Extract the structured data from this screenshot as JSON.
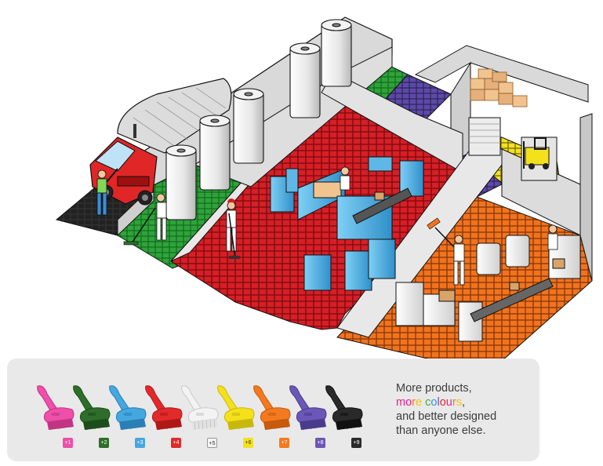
{
  "brushes": [
    {
      "badge": "+1",
      "color": "#ee4fa8",
      "dark": "#c23585"
    },
    {
      "badge": "+2",
      "color": "#2e6e2a",
      "dark": "#1c4d1a"
    },
    {
      "badge": "+3",
      "color": "#45a7e0",
      "dark": "#2a7fb5"
    },
    {
      "badge": "+4",
      "color": "#e22a2a",
      "dark": "#b01818"
    },
    {
      "badge": "+5",
      "color": "#f3f3f3",
      "dark": "#c9c9c9"
    },
    {
      "badge": "+6",
      "color": "#f4e11c",
      "dark": "#c9b80c"
    },
    {
      "badge": "+7",
      "color": "#f47a1f",
      "dark": "#c75a0c"
    },
    {
      "badge": "+8",
      "color": "#6a57b6",
      "dark": "#4a3b8c"
    },
    {
      "badge": "+9",
      "color": "#2a2a2a",
      "dark": "#111111"
    }
  ],
  "tagline": {
    "line1": "More products,",
    "line2_colored": [
      "m",
      "o",
      "r",
      "e",
      " ",
      "c",
      "o",
      "l",
      "o",
      "u",
      "r",
      "s"
    ],
    "line2_colors": [
      "#ec1e8c",
      "#ec1e8c",
      "#f47a1f",
      "#f4c21c",
      " ",
      "#49a83a",
      "#2a9be0",
      "#6a57b6",
      "#e22a2a",
      "#ec1e8c",
      "#f47a1f",
      "#f4c21c"
    ],
    "line2_tail": ",",
    "line3": "and better designed",
    "line4": "than anyone else."
  },
  "zone_colors": {
    "loading": "#2a2a2a",
    "tank_room": "#2fa33a",
    "processing": "#d61f26",
    "packing": "#f2731e",
    "corridor": "#6a57b6",
    "storage": "#f4e11c",
    "wall": "#d9d9d9"
  }
}
